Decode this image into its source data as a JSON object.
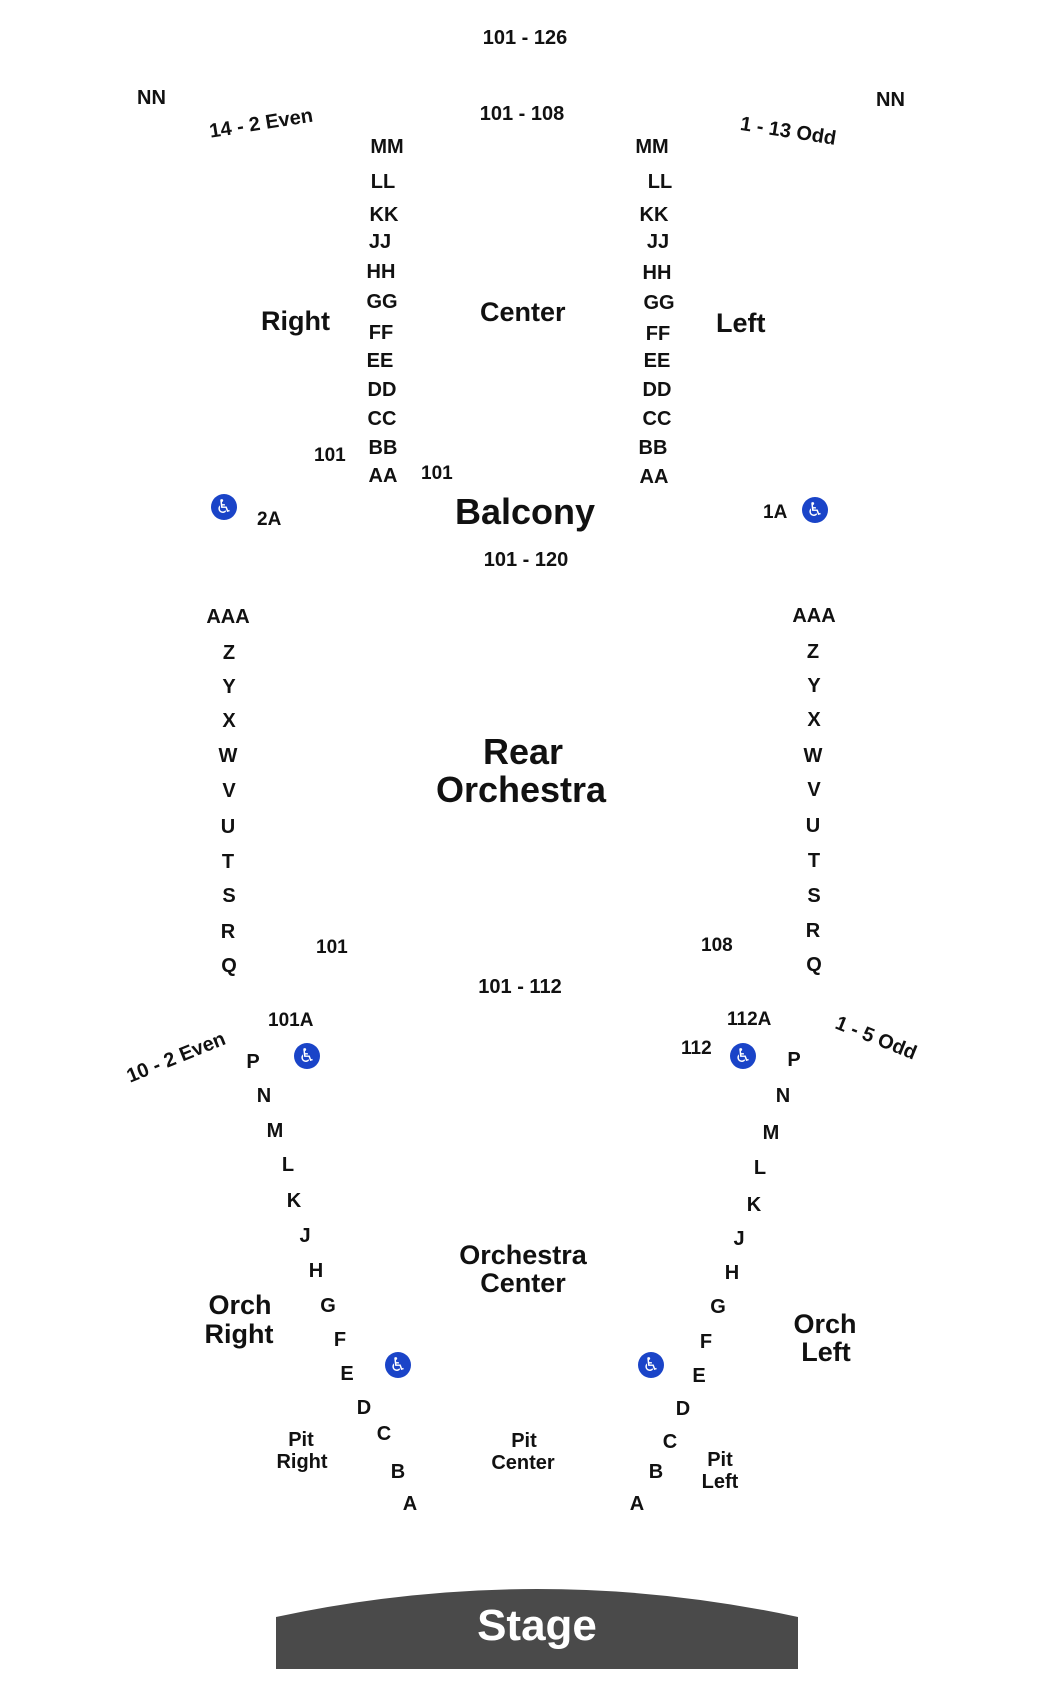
{
  "balcony": {
    "top_seats": "101 - 126",
    "center_seats": "101 - 108",
    "nn_left": "NN",
    "nn_right": "NN",
    "right_side_seats": "14 - 2 Even",
    "left_side_seats": "1 - 13 Odd",
    "rows_right": [
      "MM",
      "LL",
      "KK",
      "JJ",
      "HH",
      "GG",
      "FF",
      "EE",
      "DD",
      "CC",
      "BB",
      "AA"
    ],
    "rows_left": [
      "MM",
      "LL",
      "KK",
      "JJ",
      "HH",
      "GG",
      "FF",
      "EE",
      "DD",
      "CC",
      "BB",
      "AA"
    ],
    "section_right": "Right",
    "section_center": "Center",
    "section_left": "Left",
    "seat_101_a": "101",
    "seat_101_b": "101",
    "seat_2a": "2A",
    "seat_1a": "1A",
    "title": "Balcony"
  },
  "rear_orchestra": {
    "seats": "101 - 120",
    "rows_right": [
      "AAA",
      "Z",
      "Y",
      "X",
      "W",
      "V",
      "U",
      "T",
      "S",
      "R",
      "Q"
    ],
    "rows_left": [
      "AAA",
      "Z",
      "Y",
      "X",
      "W",
      "V",
      "U",
      "T",
      "S",
      "R",
      "Q"
    ],
    "title_line1": "Rear",
    "title_line2": "Orchestra",
    "seat_101": "101",
    "seat_108": "108"
  },
  "orchestra": {
    "center_seats": "101 - 112",
    "seat_101a": "101A",
    "seat_112a": "112A",
    "seat_112": "112",
    "right_side_seats": "10 - 2 Even",
    "left_side_seats": "1 - 5 Odd",
    "rows_right": [
      "P",
      "N",
      "M",
      "L",
      "K",
      "J",
      "H",
      "G",
      "F",
      "E",
      "D",
      "C",
      "B",
      "A"
    ],
    "rows_left": [
      "P",
      "N",
      "M",
      "L",
      "K",
      "J",
      "H",
      "G",
      "F",
      "E",
      "D",
      "C",
      "B",
      "A"
    ],
    "center_line1": "Orchestra",
    "center_line2": "Center",
    "orch_right_line1": "Orch",
    "orch_right_line2": "Right",
    "orch_left_line1": "Orch",
    "orch_left_line2": "Left",
    "pit_right_line1": "Pit",
    "pit_right_line2": "Right",
    "pit_center_line1": "Pit",
    "pit_center_line2": "Center",
    "pit_left_line1": "Pit",
    "pit_left_line2": "Left"
  },
  "stage": {
    "label": "Stage",
    "color": "#4a4a4a"
  },
  "accessibility": {
    "icon": "wheelchair-icon",
    "color": "#1a44c8"
  }
}
